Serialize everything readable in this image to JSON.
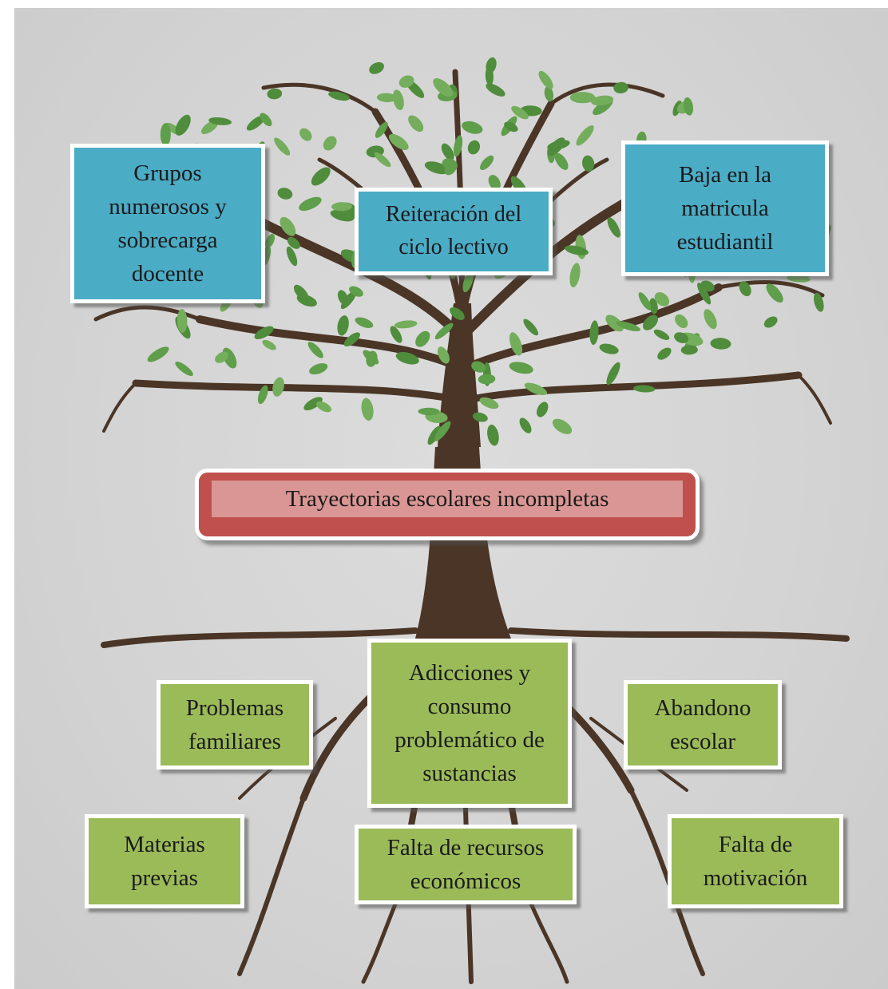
{
  "diagram": {
    "center": {
      "label": "Trayectorias escolares incompletas"
    },
    "consequences": [
      {
        "label": "Grupos numerosos y sobrecarga docente"
      },
      {
        "label": "Reiteración del ciclo lectivo"
      },
      {
        "label": "Baja en la matricula estudiantil"
      }
    ],
    "causes": [
      {
        "label": "Problemas familiares"
      },
      {
        "label": "Adicciones y consumo problemático de sustancias"
      },
      {
        "label": "Abandono escolar"
      },
      {
        "label": "Materias previas"
      },
      {
        "label": "Falta de recursos económicos"
      },
      {
        "label": "Falta de motivación"
      }
    ]
  },
  "colors": {
    "consequence_box": "#4bacc6",
    "cause_box": "#9bbb59",
    "center_box": "#c0504d",
    "center_inner": "#d99694",
    "trunk": "#4a3526",
    "leaf": "#5f9e4a",
    "background": "#d6d6d6"
  },
  "icons": {
    "illustration": "tree-with-roots-illustration"
  }
}
